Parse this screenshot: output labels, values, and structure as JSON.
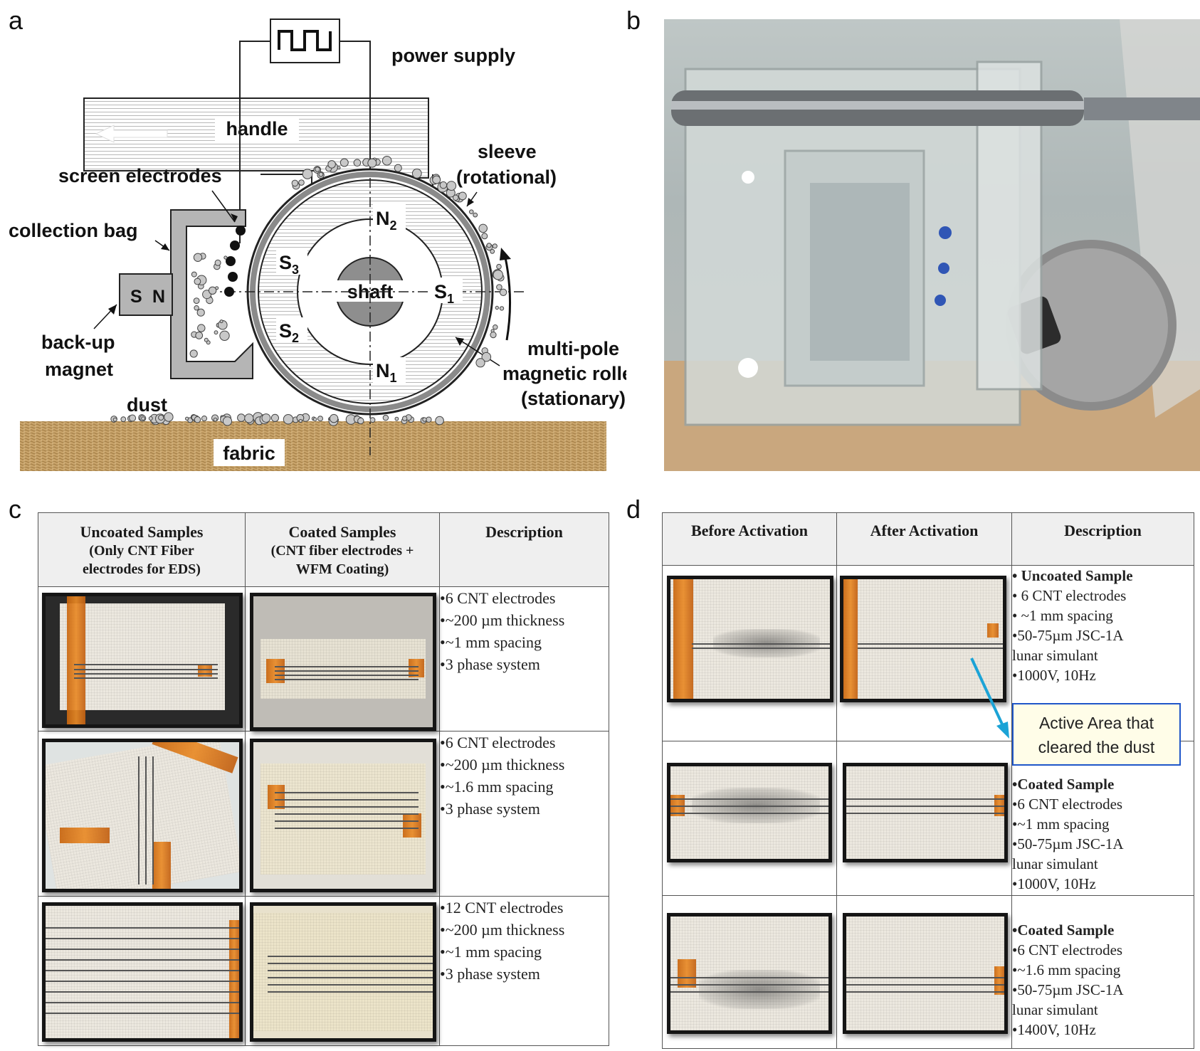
{
  "panels": {
    "a": "a",
    "b": "b",
    "c": "c",
    "d": "d"
  },
  "diagram": {
    "power_supply": "power supply",
    "handle": "handle",
    "screen_electrodes": "screen electrodes",
    "sleeve_line1": "sleeve",
    "sleeve_line2": "(rotational)",
    "collection_bag": "collection bag",
    "magnet_s": "S",
    "magnet_n": "N",
    "backup_line1": "back-up",
    "backup_line2": "magnet",
    "shaft": "shaft",
    "poles": {
      "n2": "N",
      "n2_sub": "2",
      "s3": "S",
      "s3_sub": "3",
      "s1": "S",
      "s1_sub": "1",
      "s2": "S",
      "s2_sub": "2",
      "n1": "N",
      "n1_sub": "1"
    },
    "roller_line1": "multi-pole",
    "roller_line2": "magnetic roller",
    "roller_line3": "(stationary)",
    "dust": "dust",
    "fabric": "fabric"
  },
  "table_c": {
    "headers": [
      [
        "Uncoated  Samples",
        "(Only CNT Fiber",
        "electrodes for EDS)"
      ],
      [
        "Coated  Samples",
        "(CNT fiber electrodes +",
        "WFM Coating)"
      ],
      [
        "Description"
      ]
    ],
    "rows": [
      [
        "•6 CNT electrodes",
        "•~200 µm thickness",
        "•~1 mm spacing",
        "•3 phase system"
      ],
      [
        "•6 CNT electrodes",
        "•~200 µm thickness",
        "•~1.6 mm spacing",
        "•3 phase system"
      ],
      [
        "•12 CNT electrodes",
        "•~200 µm thickness",
        "•~1 mm spacing",
        "•3 phase system"
      ]
    ]
  },
  "table_d": {
    "headers": [
      "Before Activation",
      "After Activation",
      "Description"
    ],
    "rows": [
      {
        "title": "• Uncoated Sample",
        "lines": [
          "• 6 CNT electrodes",
          "• ~1 mm spacing",
          "•50-75µm JSC-1A",
          "lunar simulant",
          "•1000V, 10Hz"
        ]
      },
      {
        "title": "•Coated Sample",
        "lines": [
          "•6 CNT electrodes",
          "•~1 mm spacing",
          "•50-75µm JSC-1A",
          "lunar simulant",
          "•1000V, 10Hz"
        ]
      },
      {
        "title": "•Coated Sample",
        "lines": [
          "•6 CNT electrodes",
          "•~1.6 mm spacing",
          "•50-75µm JSC-1A",
          "lunar simulant",
          "•1400V, 10Hz"
        ]
      }
    ],
    "callout_line1": "Active Area that",
    "callout_line2": "cleared the dust"
  },
  "colors": {
    "tape": "#e0801f",
    "callout_border": "#1f56c9",
    "arrow": "#1ba3d6",
    "fabric": "#c9a46b"
  }
}
